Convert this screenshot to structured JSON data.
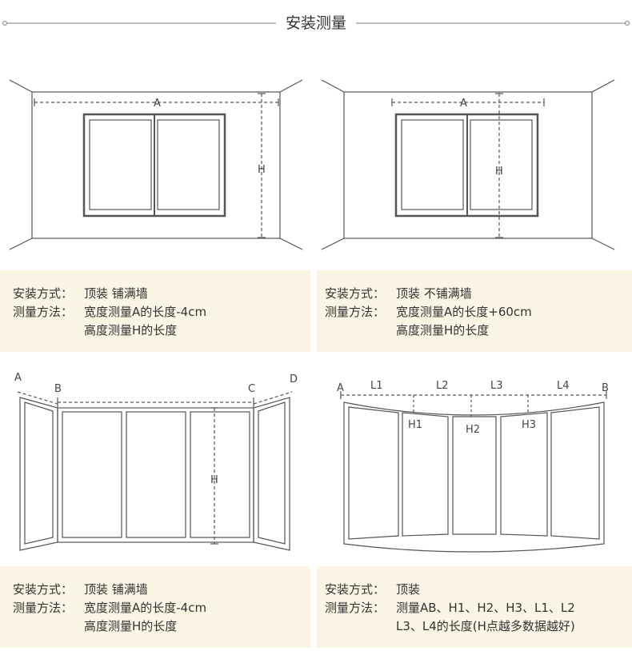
{
  "title": "安装测量",
  "panels": [
    {
      "diagram_labels": {
        "a": "A",
        "h": "H"
      },
      "install_label": "安装方式：",
      "install_value": "顶装 铺满墙",
      "measure_label": "测量方法：",
      "measure_lines": [
        "宽度测量A的长度-4cm",
        "高度测量H的长度"
      ]
    },
    {
      "diagram_labels": {
        "a": "A",
        "h": "H"
      },
      "install_label": "安装方式：",
      "install_value": "顶装 不铺满墙",
      "measure_label": "测量方法：",
      "measure_lines": [
        "宽度测量A的长度+60cm",
        "高度测量H的长度"
      ]
    },
    {
      "diagram_labels": {
        "a": "A",
        "b": "B",
        "c": "C",
        "d": "D",
        "h": "H"
      },
      "install_label": "安装方式：",
      "install_value": "顶装 铺满墙",
      "measure_label": "测量方法：",
      "measure_lines": [
        "宽度测量A的长度-4cm",
        "高度测量H的长度"
      ]
    },
    {
      "diagram_labels": {
        "a": "A",
        "b": "B",
        "l1": "L1",
        "l2": "L2",
        "l3": "L3",
        "l4": "L4",
        "h1": "H1",
        "h2": "H2",
        "h3": "H3"
      },
      "install_label": "安装方式：",
      "install_value": "顶装",
      "measure_label": "测量方法：",
      "measure_lines": [
        "测量AB、H1、H2、H3、L1、L2",
        "L3、L4的长度(H点越多数据越好)"
      ]
    }
  ],
  "colors": {
    "box_bg": "#fbf5e6",
    "line": "#555555"
  }
}
